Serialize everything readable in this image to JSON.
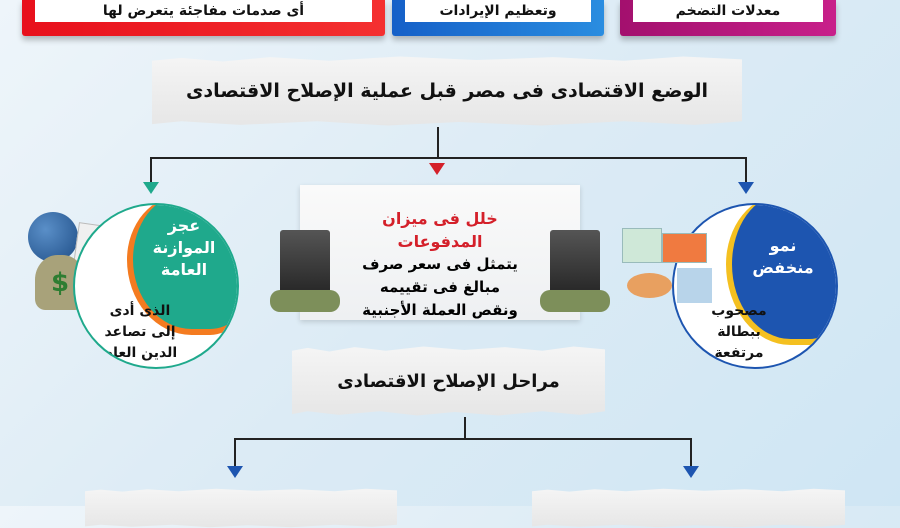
{
  "top_boxes": [
    {
      "text": "أى صدمات مفاجئة يتعرض لها",
      "color": "#e8202a"
    },
    {
      "text": "وتعظيم الإيرادات",
      "color": "#1a6fd0"
    },
    {
      "text": "معدلات التضخم",
      "color": "#b5187a"
    }
  ],
  "main_title": "الوضع الاقتصادى فى مصر قبل عملية الإصلاح الاقتصادى",
  "balance": {
    "title": "خلل فى ميزان المدفوعات",
    "lines": [
      "يتمثل فى سعر صرف",
      "مبالغ فى تقييمه",
      "ونقص العملة الأجنبية"
    ],
    "title_color": "#d4202a"
  },
  "budget": {
    "title_lines": [
      "عجز",
      "الموازنة",
      "العامة"
    ],
    "desc_lines": [
      "الذى أدى",
      "إلى تصاعد",
      "الدين العام"
    ],
    "color": "#1fa98c",
    "accent": "#f47b20"
  },
  "growth": {
    "title_lines": [
      "نمو",
      "منخفض"
    ],
    "desc_lines": [
      "مصحوب",
      "ببطالة",
      "مرتفعة"
    ],
    "color": "#1d55b0",
    "accent": "#f4c020"
  },
  "stages_title": "مراحل الإصلاح الاقتصادى"
}
